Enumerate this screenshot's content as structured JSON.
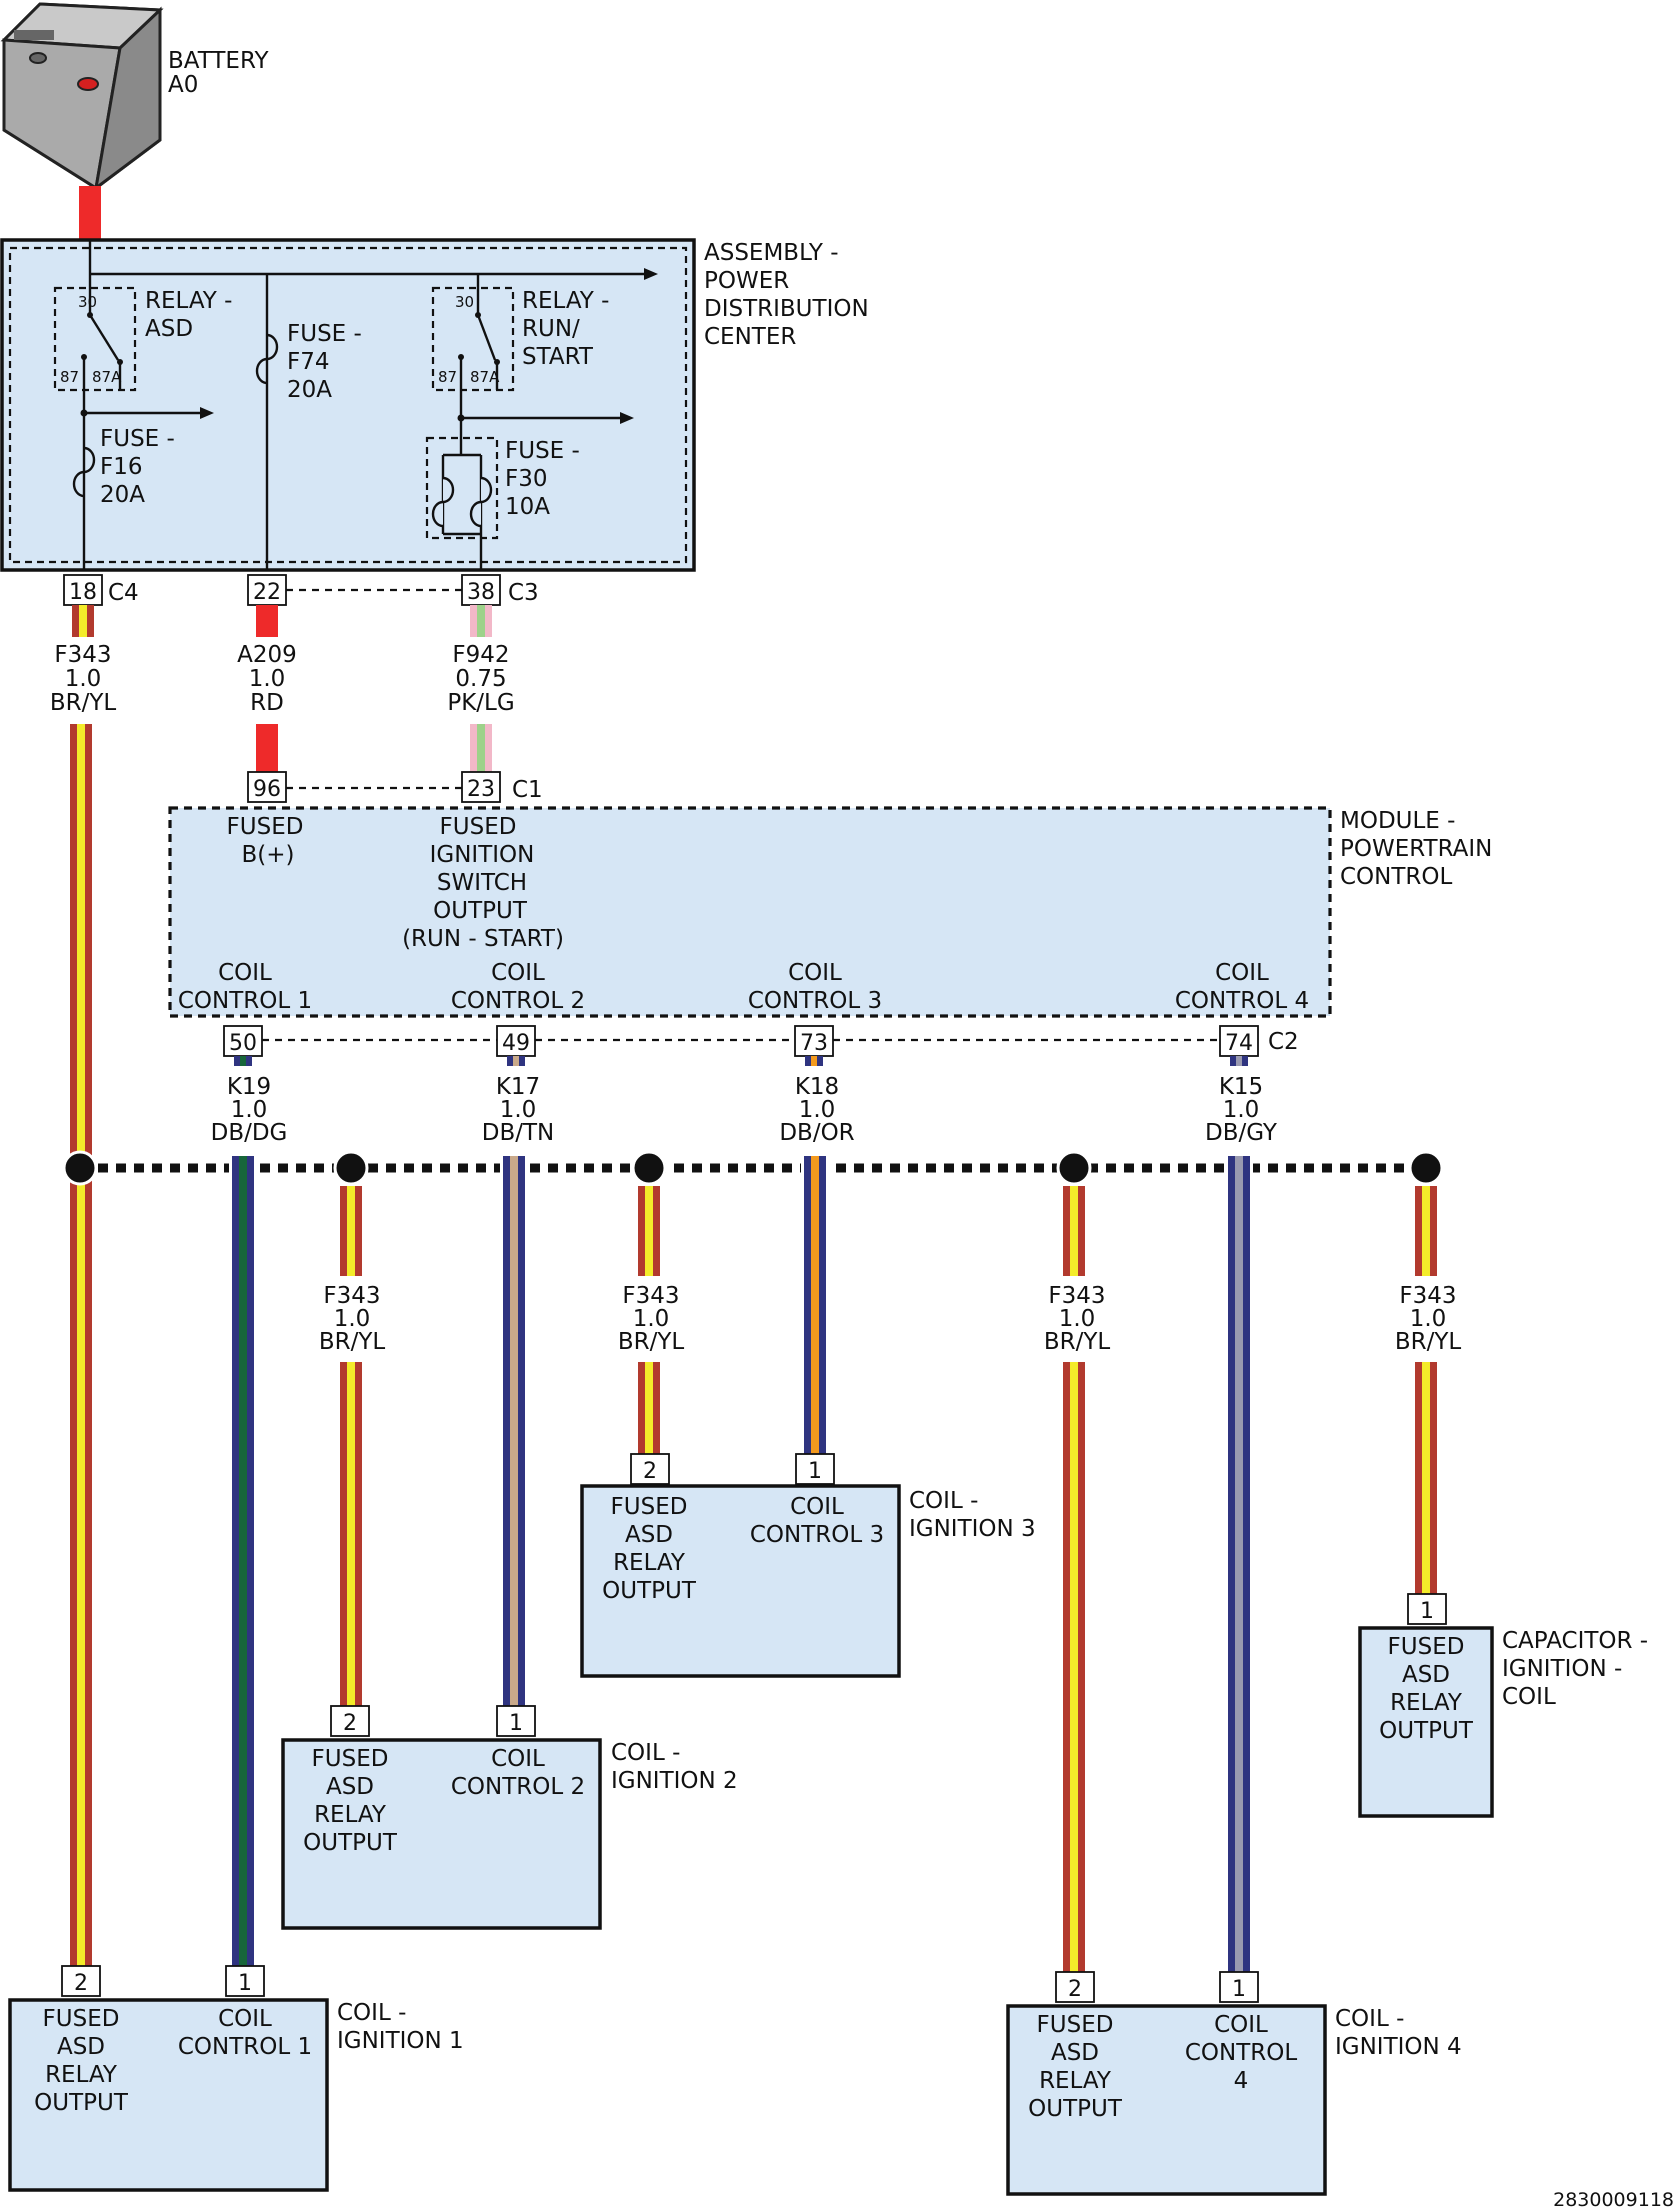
{
  "battery": {
    "line1": "BATTERY",
    "line2": "A0"
  },
  "pdc": {
    "label": [
      "ASSEMBLY -",
      "POWER",
      "DISTRIBUTION",
      "CENTER"
    ],
    "relay_asd": {
      "label": [
        "RELAY -",
        "ASD"
      ],
      "pin30": "30",
      "pin87": "87",
      "pin87a": "87A"
    },
    "relay_run": {
      "label": [
        "RELAY -",
        "RUN/",
        "START"
      ],
      "pin30": "30",
      "pin87": "87",
      "pin87a": "87A"
    },
    "fuse_f74": [
      "FUSE -",
      "F74",
      "20A"
    ],
    "fuse_f16": [
      "FUSE -",
      "F16",
      "20A"
    ],
    "fuse_f30": [
      "FUSE -",
      "F30",
      "10A"
    ],
    "pins": {
      "p18": "18",
      "c4": "C4",
      "p22": "22",
      "p38": "38",
      "c3": "C3"
    }
  },
  "wires": {
    "f343_main": [
      "F343",
      "1.0",
      "BR/YL"
    ],
    "a209": [
      "A209",
      "1.0",
      "RD"
    ],
    "f942": [
      "F942",
      "0.75",
      "PK/LG"
    ],
    "k19": [
      "K19",
      "1.0",
      "DB/DG"
    ],
    "k17": [
      "K17",
      "1.0",
      "DB/TN"
    ],
    "k18": [
      "K18",
      "1.0",
      "DB/OR"
    ],
    "k15": [
      "K15",
      "1.0",
      "DB/GY"
    ],
    "f343_b2": [
      "F343",
      "1.0",
      "BR/YL"
    ],
    "f343_b3": [
      "F343",
      "1.0",
      "BR/YL"
    ],
    "f343_b4": [
      "F343",
      "1.0",
      "BR/YL"
    ],
    "f343_b5": [
      "F343",
      "1.0",
      "BR/YL"
    ]
  },
  "pcm": {
    "label": [
      "MODULE -",
      "POWERTRAIN",
      "CONTROL"
    ],
    "pins_top": {
      "p96": "96",
      "p23": "23",
      "c1": "C1"
    },
    "fused_b": [
      "FUSED",
      "B(+)"
    ],
    "fused_ign": [
      "FUSED",
      "IGNITION",
      "SWITCH",
      "OUTPUT",
      "(RUN - START)"
    ],
    "coil1": [
      "COIL",
      "CONTROL 1"
    ],
    "coil2": [
      "COIL",
      "CONTROL 2"
    ],
    "coil3": [
      "COIL",
      "CONTROL 3"
    ],
    "coil4": [
      "COIL",
      "CONTROL 4"
    ],
    "pins_bottom": {
      "p50": "50",
      "p49": "49",
      "p73": "73",
      "p74": "74",
      "c2": "C2"
    }
  },
  "coil_ign1": {
    "label": [
      "COIL -",
      "IGNITION 1"
    ],
    "left": [
      "FUSED",
      "ASD",
      "RELAY",
      "OUTPUT"
    ],
    "right": [
      "COIL",
      "CONTROL 1"
    ],
    "pin_a": "2",
    "pin_b": "1"
  },
  "coil_ign2": {
    "label": [
      "COIL -",
      "IGNITION 2"
    ],
    "left": [
      "FUSED",
      "ASD",
      "RELAY",
      "OUTPUT"
    ],
    "right": [
      "COIL",
      "CONTROL 2"
    ],
    "pin_a": "2",
    "pin_b": "1"
  },
  "coil_ign3": {
    "label": [
      "COIL -",
      "IGNITION 3"
    ],
    "left": [
      "FUSED",
      "ASD",
      "RELAY",
      "OUTPUT"
    ],
    "right": [
      "COIL",
      "CONTROL 3"
    ],
    "pin_a": "2",
    "pin_b": "1"
  },
  "coil_ign4": {
    "label": [
      "COIL -",
      "IGNITION 4"
    ],
    "left": [
      "FUSED",
      "ASD",
      "RELAY",
      "OUTPUT"
    ],
    "right": [
      "COIL",
      "CONTROL",
      "4"
    ],
    "pin_a": "2",
    "pin_b": "1"
  },
  "capacitor": {
    "label": [
      "CAPACITOR -",
      "IGNITION -",
      "COIL"
    ],
    "body": [
      "FUSED",
      "ASD",
      "RELAY",
      "OUTPUT"
    ],
    "pin": "1"
  },
  "figure_id": "2830009118",
  "colors": {
    "box_fill": "#d6e6f5",
    "red": "#ee2a2a",
    "brown": "#b23a2e",
    "yellow": "#f4ec2a",
    "dark_blue": "#2f3480",
    "dark_green": "#17663a",
    "tan": "#c9a98a",
    "orange": "#f39a1e",
    "gray": "#9a9ab0",
    "pink": "#f2b8c8",
    "light_green": "#9dd28a"
  }
}
